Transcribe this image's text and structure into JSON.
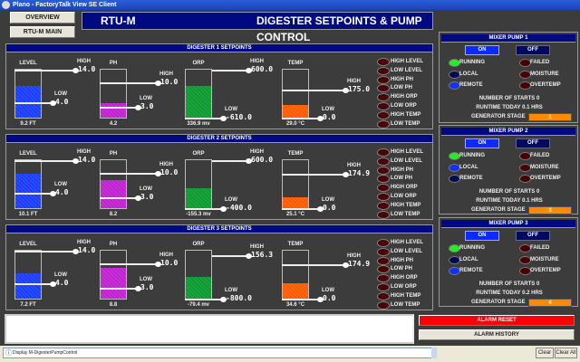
{
  "window": {
    "title": "Plano - FactoryTalk View SE Client"
  },
  "nav": {
    "overview": "OVERVIEW",
    "main": "RTU-M MAIN"
  },
  "header": {
    "station": "RTU-M",
    "title": "DIGESTER SETPOINTS & PUMP CONTROL"
  },
  "digesters": [
    {
      "title": "DIGESTER 1 SETPOINTS",
      "gauges": [
        {
          "label": "LEVEL",
          "value": "9.2 FT",
          "high_label": "HIGH",
          "high": "14.0",
          "low_label": "LOW",
          "low": "4.0",
          "fill": 0.67,
          "high_pos": 1.0,
          "low_pos": 0.33,
          "color": "#1a3cff"
        },
        {
          "label": "PH",
          "value": "4.2",
          "high_label": "HIGH",
          "high": "10.0",
          "low_label": "LOW",
          "low": "3.0",
          "fill": 0.3,
          "high_pos": 0.73,
          "low_pos": 0.22,
          "color": "#c020d0"
        },
        {
          "label": "ORP",
          "value": "336.9 mv",
          "high_label": "HIGH",
          "high": "600.0",
          "low_label": "LOW",
          "low": "-610.0",
          "fill": 0.67,
          "high_pos": 1.0,
          "low_pos": 0.0,
          "color": "#0a9a30"
        },
        {
          "label": "TEMP",
          "value": "29.0 °C",
          "high_label": "HIGH",
          "high": "175.0",
          "low_label": "LOW",
          "low": "0.0",
          "fill": 0.27,
          "high_pos": 0.58,
          "low_pos": 0.0,
          "color": "#ff5a00"
        }
      ]
    },
    {
      "title": "DIGESTER 2 SETPOINTS",
      "gauges": [
        {
          "label": "LEVEL",
          "value": "10.1 FT",
          "high_label": "HIGH",
          "high": "14.0",
          "low_label": "LOW",
          "low": "4.0",
          "fill": 0.72,
          "high_pos": 1.0,
          "low_pos": 0.33,
          "color": "#1a3cff"
        },
        {
          "label": "PH",
          "value": "8.2",
          "high_label": "HIGH",
          "high": "10.0",
          "low_label": "LOW",
          "low": "3.0",
          "fill": 0.59,
          "high_pos": 0.73,
          "low_pos": 0.22,
          "color": "#c020d0"
        },
        {
          "label": "ORP",
          "value": "-155.3 mv",
          "high_label": "HIGH",
          "high": "600.0",
          "low_label": "LOW",
          "low": "-400.0",
          "fill": 0.42,
          "high_pos": 1.0,
          "low_pos": 0.0,
          "color": "#0a9a30"
        },
        {
          "label": "TEMP",
          "value": "25.1 °C",
          "high_label": "HIGH",
          "high": "174.9",
          "low_label": "LOW",
          "low": "0.0",
          "fill": 0.22,
          "high_pos": 0.72,
          "low_pos": 0.0,
          "color": "#ff5a00"
        }
      ]
    },
    {
      "title": "DIGESTER 3 SETPOINTS",
      "gauges": [
        {
          "label": "LEVEL",
          "value": "7.2 FT",
          "high_label": "HIGH",
          "high": "14.0",
          "low_label": "LOW",
          "low": "4.0",
          "fill": 0.52,
          "high_pos": 1.0,
          "low_pos": 0.33,
          "color": "#1a3cff"
        },
        {
          "label": "PH",
          "value": "8.8",
          "high_label": "HIGH",
          "high": "10.0",
          "low_label": "LOW",
          "low": "3.0",
          "fill": 0.64,
          "high_pos": 0.73,
          "low_pos": 0.22,
          "color": "#c020d0"
        },
        {
          "label": "ORP",
          "value": "-79.4 mv",
          "high_label": "HIGH",
          "high": "156.3",
          "low_label": "LOW",
          "low": "-800.0",
          "fill": 0.46,
          "high_pos": 0.9,
          "low_pos": 0.0,
          "color": "#0a9a30"
        },
        {
          "label": "TEMP",
          "value": "34.6 °C",
          "high_label": "HIGH",
          "high": "174.9",
          "low_label": "LOW",
          "low": "0.0",
          "fill": 0.33,
          "high_pos": 0.72,
          "low_pos": 0.0,
          "color": "#ff5a00"
        }
      ]
    }
  ],
  "alarms": [
    "HIGH LEVEL",
    "LOW LEVEL",
    "HIGH PH",
    "LOW PH",
    "HIGH ORP",
    "LOW ORP",
    "HIGH TEMP",
    "LOW TEMP"
  ],
  "pumps": [
    {
      "title": "MIXER PUMP 1",
      "on": "ON",
      "off": "OFF",
      "indicators": [
        {
          "label": "RUNNING",
          "color": "#22ee22"
        },
        {
          "label": "FAILED",
          "color": "#4a0000"
        },
        {
          "label": "LOCAL",
          "color": "#000a50"
        },
        {
          "label": "MOISTURE",
          "color": "#4a0000"
        },
        {
          "label": "REMOTE",
          "color": "#1030ff"
        },
        {
          "label": "OVERTEMP",
          "color": "#4a0000"
        }
      ],
      "starts": "NUMBER OF STARTS  0",
      "runtime": "RUNTIME TODAY 0.1 HRS",
      "stage_label": "GENERATOR STAGE",
      "stage": "1"
    },
    {
      "title": "MIXER PUMP 2",
      "on": "ON",
      "off": "OFF",
      "indicators": [
        {
          "label": "RUNNING",
          "color": "#22ee22"
        },
        {
          "label": "FAILED",
          "color": "#4a0000"
        },
        {
          "label": "LOCAL",
          "color": "#1030ff"
        },
        {
          "label": "MOISTURE",
          "color": "#4a0000"
        },
        {
          "label": "REMOTE",
          "color": "#000a50"
        },
        {
          "label": "OVERTEMP",
          "color": "#4a0000"
        }
      ],
      "starts": "NUMBER OF STARTS  0",
      "runtime": "RUNTIME TODAY 0.1  HRS",
      "stage_label": "GENERATOR STAGE",
      "stage": "3"
    },
    {
      "title": "MIXER PUMP 3",
      "on": "ON",
      "off": "OFF",
      "indicators": [
        {
          "label": "RUNNING",
          "color": "#22ee22"
        },
        {
          "label": "FAILED",
          "color": "#4a0000"
        },
        {
          "label": "LOCAL",
          "color": "#000a50"
        },
        {
          "label": "MOISTURE",
          "color": "#4a0000"
        },
        {
          "label": "REMOTE",
          "color": "#1030ff"
        },
        {
          "label": "OVERTEMP",
          "color": "#4a0000"
        }
      ],
      "starts": "NUMBER OF STARTS  0",
      "runtime": "RUNTIME TODAY 0.2 HRS",
      "stage_label": "GENERATOR STAGE",
      "stage": "4"
    }
  ],
  "alarm_buttons": {
    "reset": "ALARM RESET",
    "history": "ALARM HISTORY"
  },
  "statusbar": {
    "message": "Display M-DigesterPumpControl",
    "clear": "Clear",
    "clear_all": "Clear All"
  }
}
